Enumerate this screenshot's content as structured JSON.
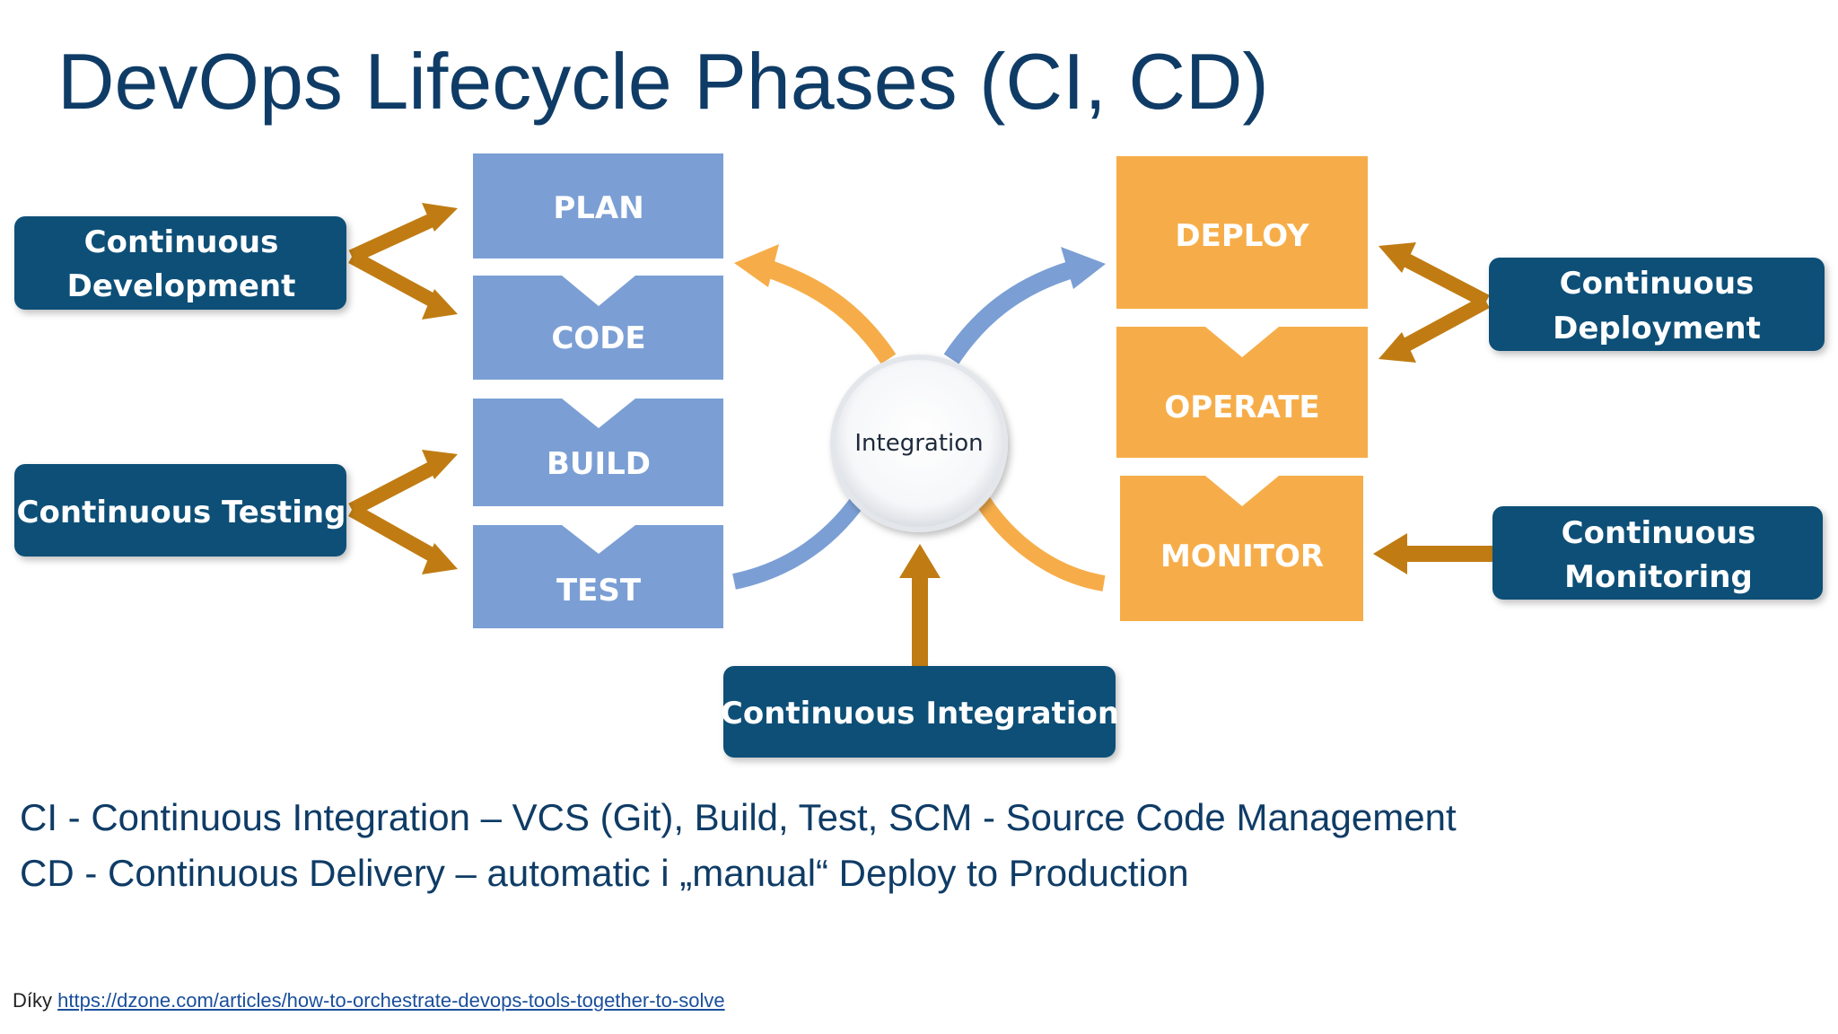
{
  "title": "DevOps Lifecycle Phases (CI, CD)",
  "colors": {
    "title": "#0f3c66",
    "practice_box": "#0e5077",
    "dev_phase": "#7b9fd4",
    "ops_phase": "#f6ad49",
    "arrow_brown": "#c07c13",
    "arrow_blue": "#7b9fd4",
    "arrow_orange": "#f6ad49"
  },
  "dev_phases": [
    "PLAN",
    "CODE",
    "BUILD",
    "TEST"
  ],
  "ops_phases": [
    "DEPLOY",
    "OPERATE",
    "MONITOR"
  ],
  "hub": {
    "label": "Integration"
  },
  "practices": {
    "development": [
      "Continuous",
      "Development"
    ],
    "testing": [
      "Continuous Testing"
    ],
    "deployment": [
      "Continuous",
      "Deployment"
    ],
    "monitoring": [
      "Continuous",
      "Monitoring"
    ],
    "integration": [
      "Continuous Integration"
    ]
  },
  "notes": [
    "CI - Continuous Integration – VCS (Git), Build, Test, SCM - Source Code Management",
    "CD - Continuous Delivery – automatic i „manual“ Deploy to Production"
  ],
  "source": {
    "prefix": "Díky",
    "link_text": "https://dzone.com/articles/how-to-orchestrate-devops-tools-together-to-solve"
  }
}
